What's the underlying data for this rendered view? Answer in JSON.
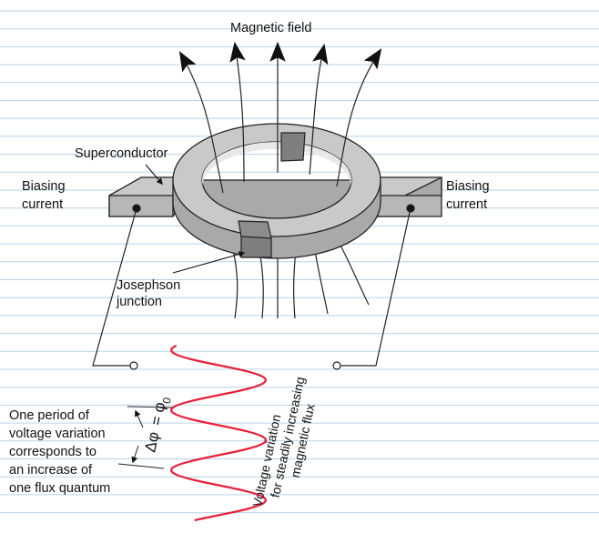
{
  "labels": {
    "magnetic_field": "Magnetic field",
    "superconductor": "Superconductor",
    "biasing_current_left": [
      "Biasing",
      "current"
    ],
    "biasing_current_right": [
      "Biasing",
      "current"
    ],
    "josephson_junction": [
      "Josephson",
      "junction"
    ],
    "period_note": [
      "One period of",
      "voltage variation",
      "corresponds to",
      "an increase of",
      "one flux quantum"
    ],
    "delta_phi": "Δφ",
    "phi_zero": "= φ",
    "phi_zero_subscript": "0",
    "voltage_variation": [
      "Voltage variation",
      "for steadily increasing",
      "magnetic flux"
    ]
  },
  "colors": {
    "ruled_line": "#b9d3e6",
    "ring_top": "#c9c9c9",
    "ring_side": "#a9a9a9",
    "junction": "#7f7f7f",
    "outline": "#222222",
    "wave": "#e8203a"
  }
}
